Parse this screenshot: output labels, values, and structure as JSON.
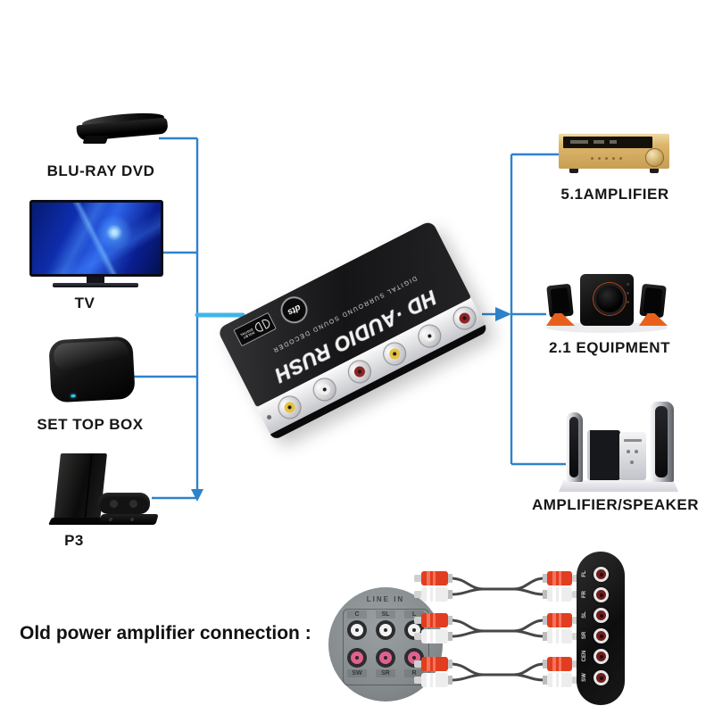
{
  "diagram": {
    "sources": [
      {
        "label": "BLU-RAY DVD"
      },
      {
        "label": "TV"
      },
      {
        "label": "SET TOP BOX"
      },
      {
        "label": "P3"
      }
    ],
    "outputs": [
      {
        "label": "5.1AMPLIFIER"
      },
      {
        "label": "2.1 EQUIPMENT"
      },
      {
        "label": "AMPLIFIER/SPEAKER"
      }
    ],
    "decoder": {
      "title": "HD ·AUDIO RUSH",
      "subtitle": "DIGITAL SURROUND SOUND DECODER",
      "logos": {
        "dts": "dts",
        "dolby_line1": "DOLBY",
        "dolby_line2": "DIGITAL"
      }
    },
    "bottom": {
      "caption": "Old power amplifier connection :",
      "line_in": {
        "title": "LINE IN",
        "top_labels": [
          "C",
          "SL",
          "L"
        ],
        "bottom_labels": [
          "SW",
          "SR",
          "R"
        ]
      },
      "panel_labels": [
        "FL",
        "FR",
        "SL",
        "SR",
        "CEN",
        "SW"
      ]
    }
  },
  "colors": {
    "line": "#2e82cc",
    "cable": "#3fb6e8",
    "rca_jacks": [
      "#e6c23c",
      "#f0f0f0",
      "#8e2424",
      "#e6c23c",
      "#f0f0f0",
      "#8e2424"
    ],
    "line_in_top_jack": "#f2f2f2",
    "line_in_bottom_jack": "#e0628c",
    "panel_jack": "#6e1c1c",
    "amp_gold": "#dcb46a",
    "accent_orange": "#e8611c"
  }
}
